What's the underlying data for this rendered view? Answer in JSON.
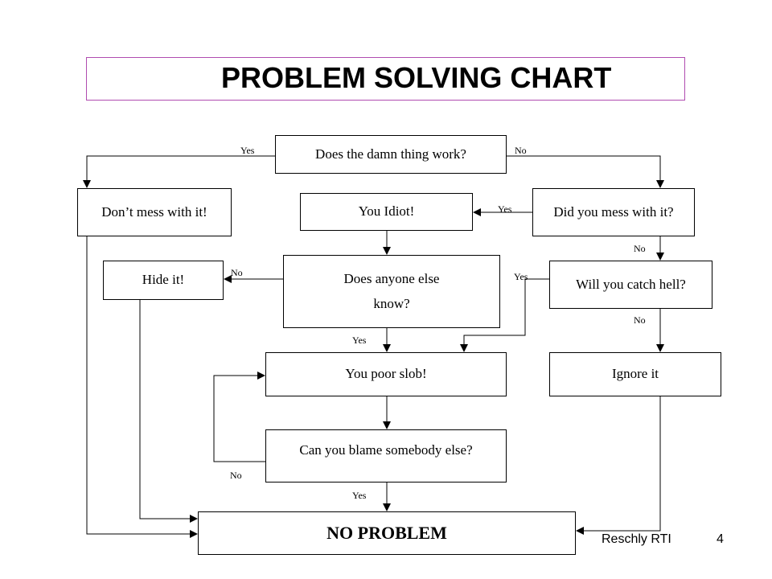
{
  "title": "PROBLEM SOLVING CHART",
  "nodes": {
    "works": "Does the damn thing work?",
    "dont_mess": "Don’t mess with it!",
    "idiot": "You Idiot!",
    "mess": "Did you mess with it?",
    "hide": "Hide it!",
    "anyone": "Does anyone else know?",
    "catch": "Will you catch hell?",
    "slob": "You poor slob!",
    "ignore": "Ignore it",
    "blame": "Can you blame somebody else?",
    "no_problem": "NO PROBLEM"
  },
  "labels": {
    "works_yes": "Yes",
    "works_no": "No",
    "mess_yes": "Yes",
    "mess_no": "No",
    "anyone_no": "No",
    "anyone_yes": "Yes",
    "catch_yes": "Yes",
    "catch_no": "No",
    "blame_no": "No",
    "blame_yes": "Yes"
  },
  "footer": {
    "credit": "Reschly RTI",
    "page": "4"
  }
}
